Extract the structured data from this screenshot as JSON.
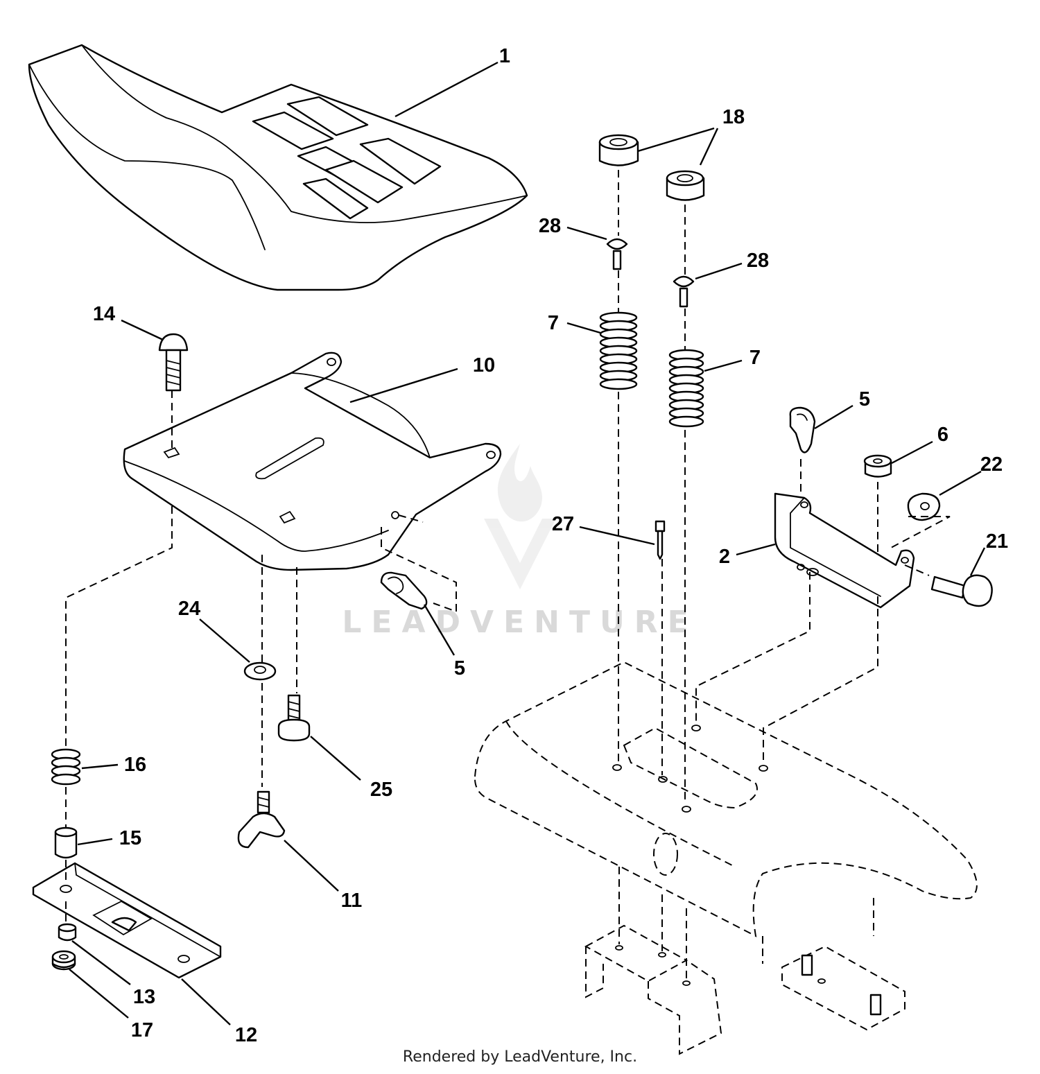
{
  "diagram": {
    "callouts": [
      "1",
      "18",
      "28",
      "28",
      "14",
      "10",
      "7",
      "7",
      "5",
      "6",
      "22",
      "21",
      "2",
      "27",
      "24",
      "5",
      "16",
      "25",
      "15",
      "11",
      "13",
      "17",
      "12"
    ]
  },
  "watermark": {
    "text": "LEADVENTURE"
  },
  "footer": {
    "text": "Rendered by LeadVenture, Inc."
  },
  "colors": {
    "line": "#000000",
    "background": "#ffffff",
    "watermark": "#d9d9d9"
  }
}
